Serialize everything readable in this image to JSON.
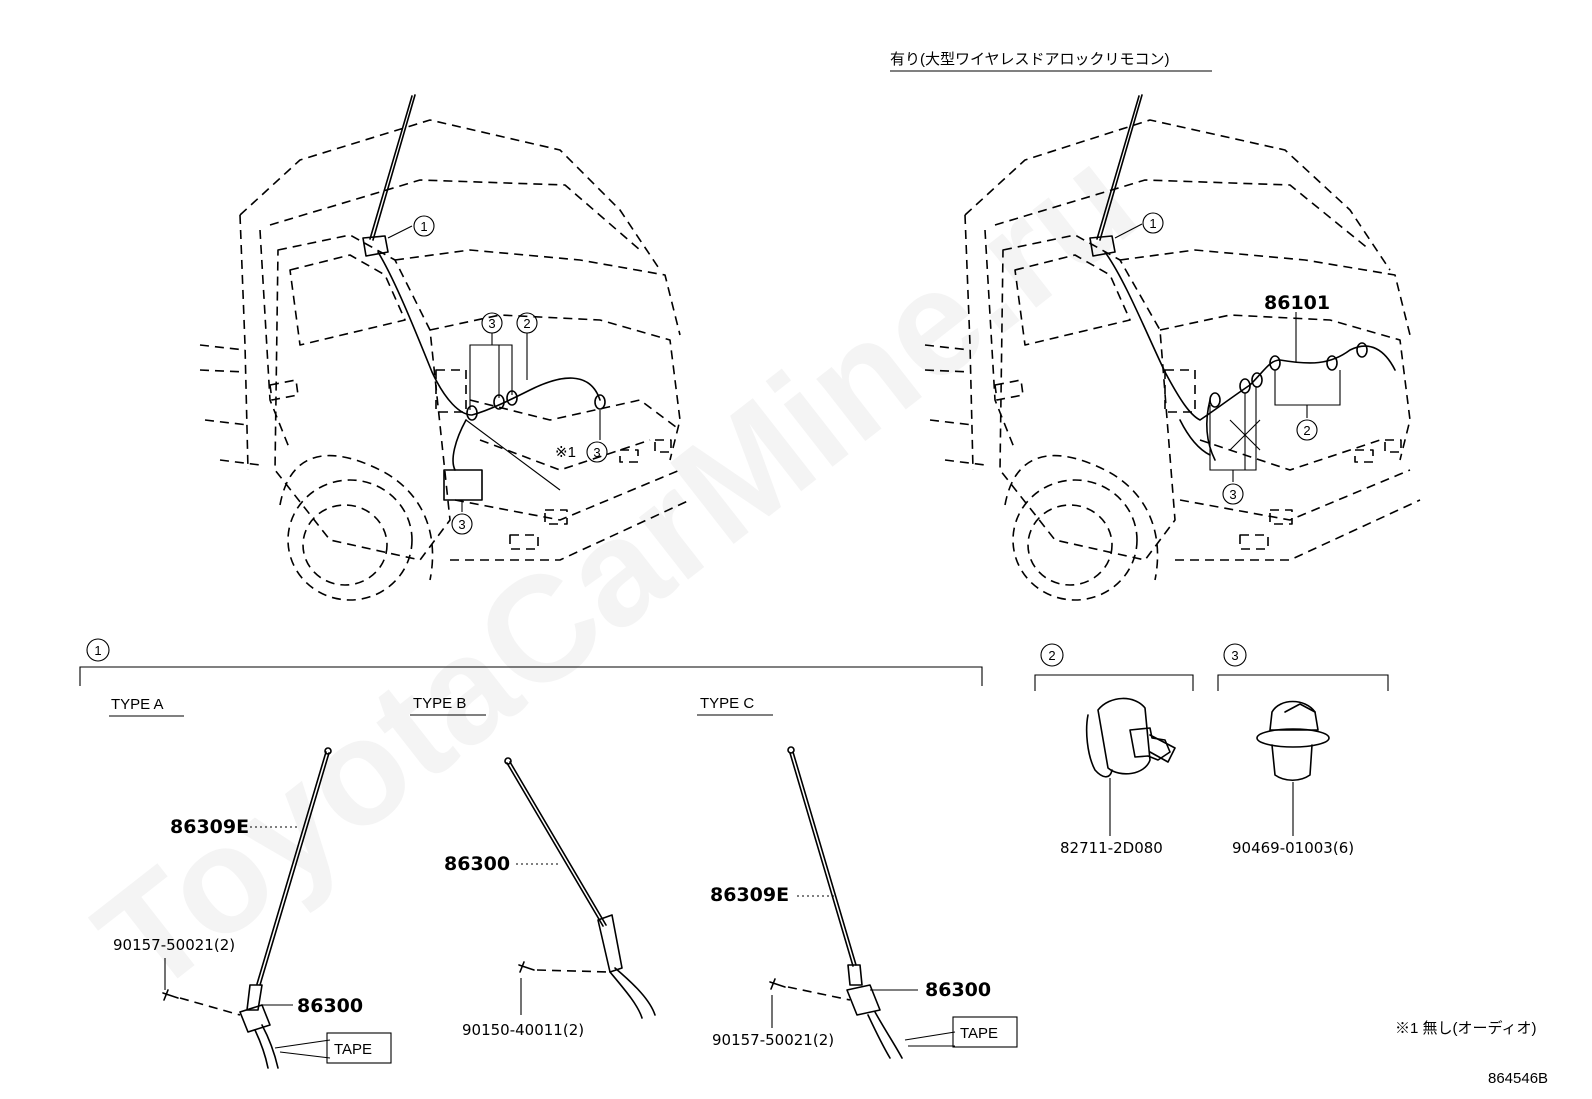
{
  "watermark": "ToyotaCarMine.ru",
  "top_right_title": "有り(大型ワイヤレスドアロックリモコン)",
  "callouts": {
    "c1": "1",
    "c2": "2",
    "c3": "3"
  },
  "note_mark": "※1",
  "truck_right_part": "86101",
  "types": {
    "a": "TYPE A",
    "b": "TYPE B",
    "c": "TYPE C"
  },
  "parts": {
    "a_rod": "86309E",
    "a_base": "86300",
    "a_screw": "90157-50021(2)",
    "b_rod": "86300",
    "b_screw": "90150-40011(2)",
    "c_rod": "86309E",
    "c_base": "86300",
    "c_screw": "90157-50021(2)",
    "clip2": "82711-2D080",
    "clip3": "90469-01003(6)"
  },
  "tape_label": "TAPE",
  "footnote": "※1 無し(オーディオ)",
  "diagram_code": "864546B"
}
